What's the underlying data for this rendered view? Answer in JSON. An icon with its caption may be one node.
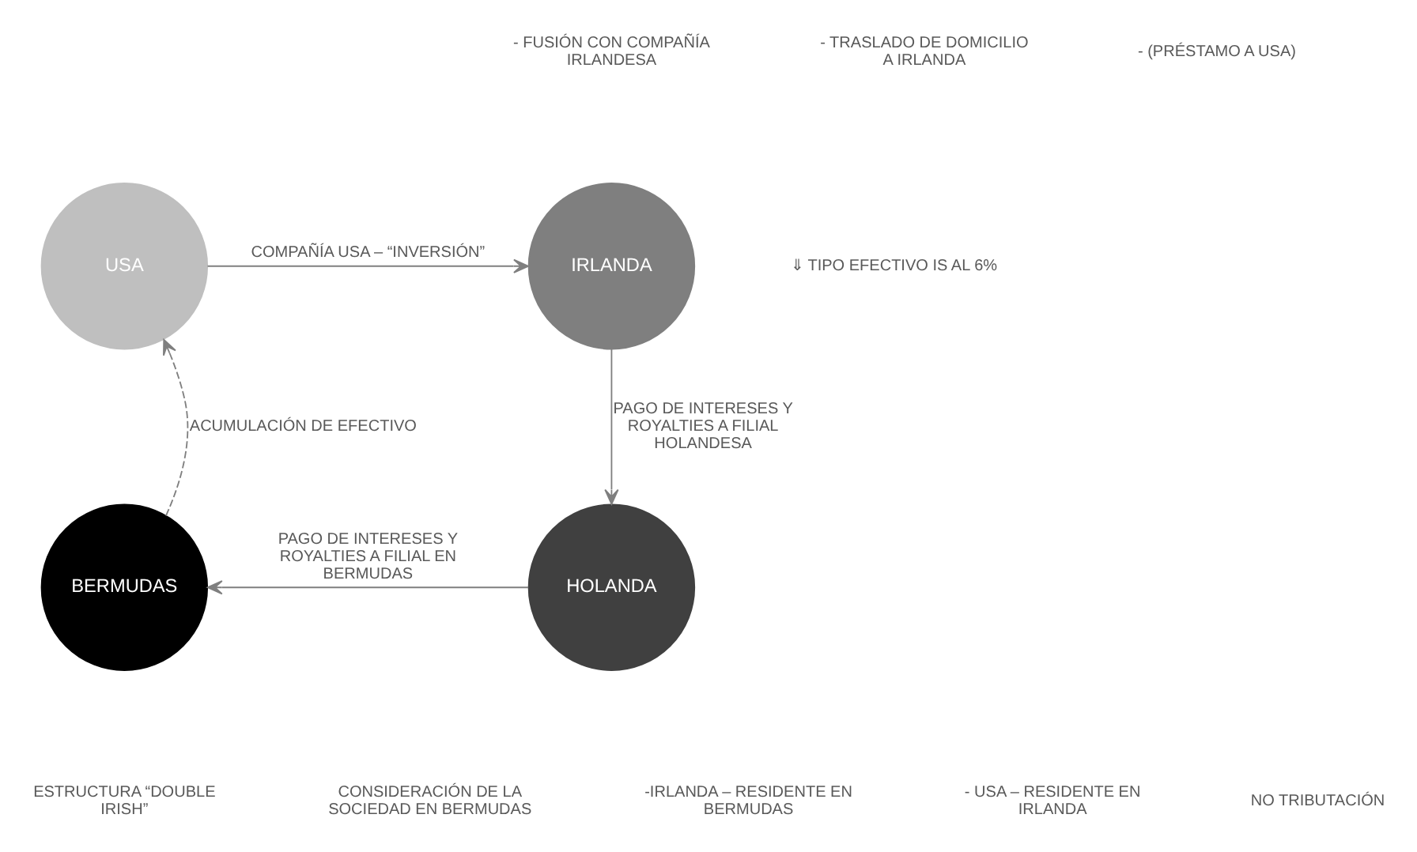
{
  "diagram": {
    "nodes": [
      {
        "text": [
          "USA"
        ]
      },
      {
        "text": [
          "IRLANDA"
        ]
      },
      {
        "text": [
          "HOLANDA"
        ]
      },
      {
        "text": [
          "BERMUDAS"
        ]
      }
    ],
    "edges": [
      {
        "from": 0,
        "to": 1,
        "arrow": "to",
        "label": "COMPAÑÍA USA – “INVERSIÓN”"
      },
      {
        "from": 1,
        "to": 2,
        "arrow": "to",
        "label": "PAGO DE INTERESES Y ROYALTIES A FILIAL HOLANDESA"
      },
      {
        "from": 2,
        "to": 3,
        "arrow": "to",
        "label": "PAGO DE INTERESES Y ROYALTIES A FILIAL EN BERMUDAS"
      },
      {
        "from": 3,
        "to": 0,
        "arrow": "to",
        "style": "dashed",
        "label": "ACUMULACIÓN DE EFECTIVO"
      }
    ],
    "labels": [
      "- FUSIÓN CON COMPAÑÍA IRLANDESA",
      "- TRASLADO DE DOMICILIO A IRLANDA",
      "- (PRÉSTAMO A USA)",
      "⇓ TIPO EFECTIVO IS AL 6%",
      "ESTRUCTURA “DOUBLE IRISH”",
      "CONSIDERACIÓN DE LA SOCIEDAD EN BERMUDAS",
      "-IRLANDA – RESIDENTE EN BERMUDAS",
      "- USA – RESIDENTE EN IRLANDA",
      "NO TRIBUTACIÓN"
    ]
  }
}
